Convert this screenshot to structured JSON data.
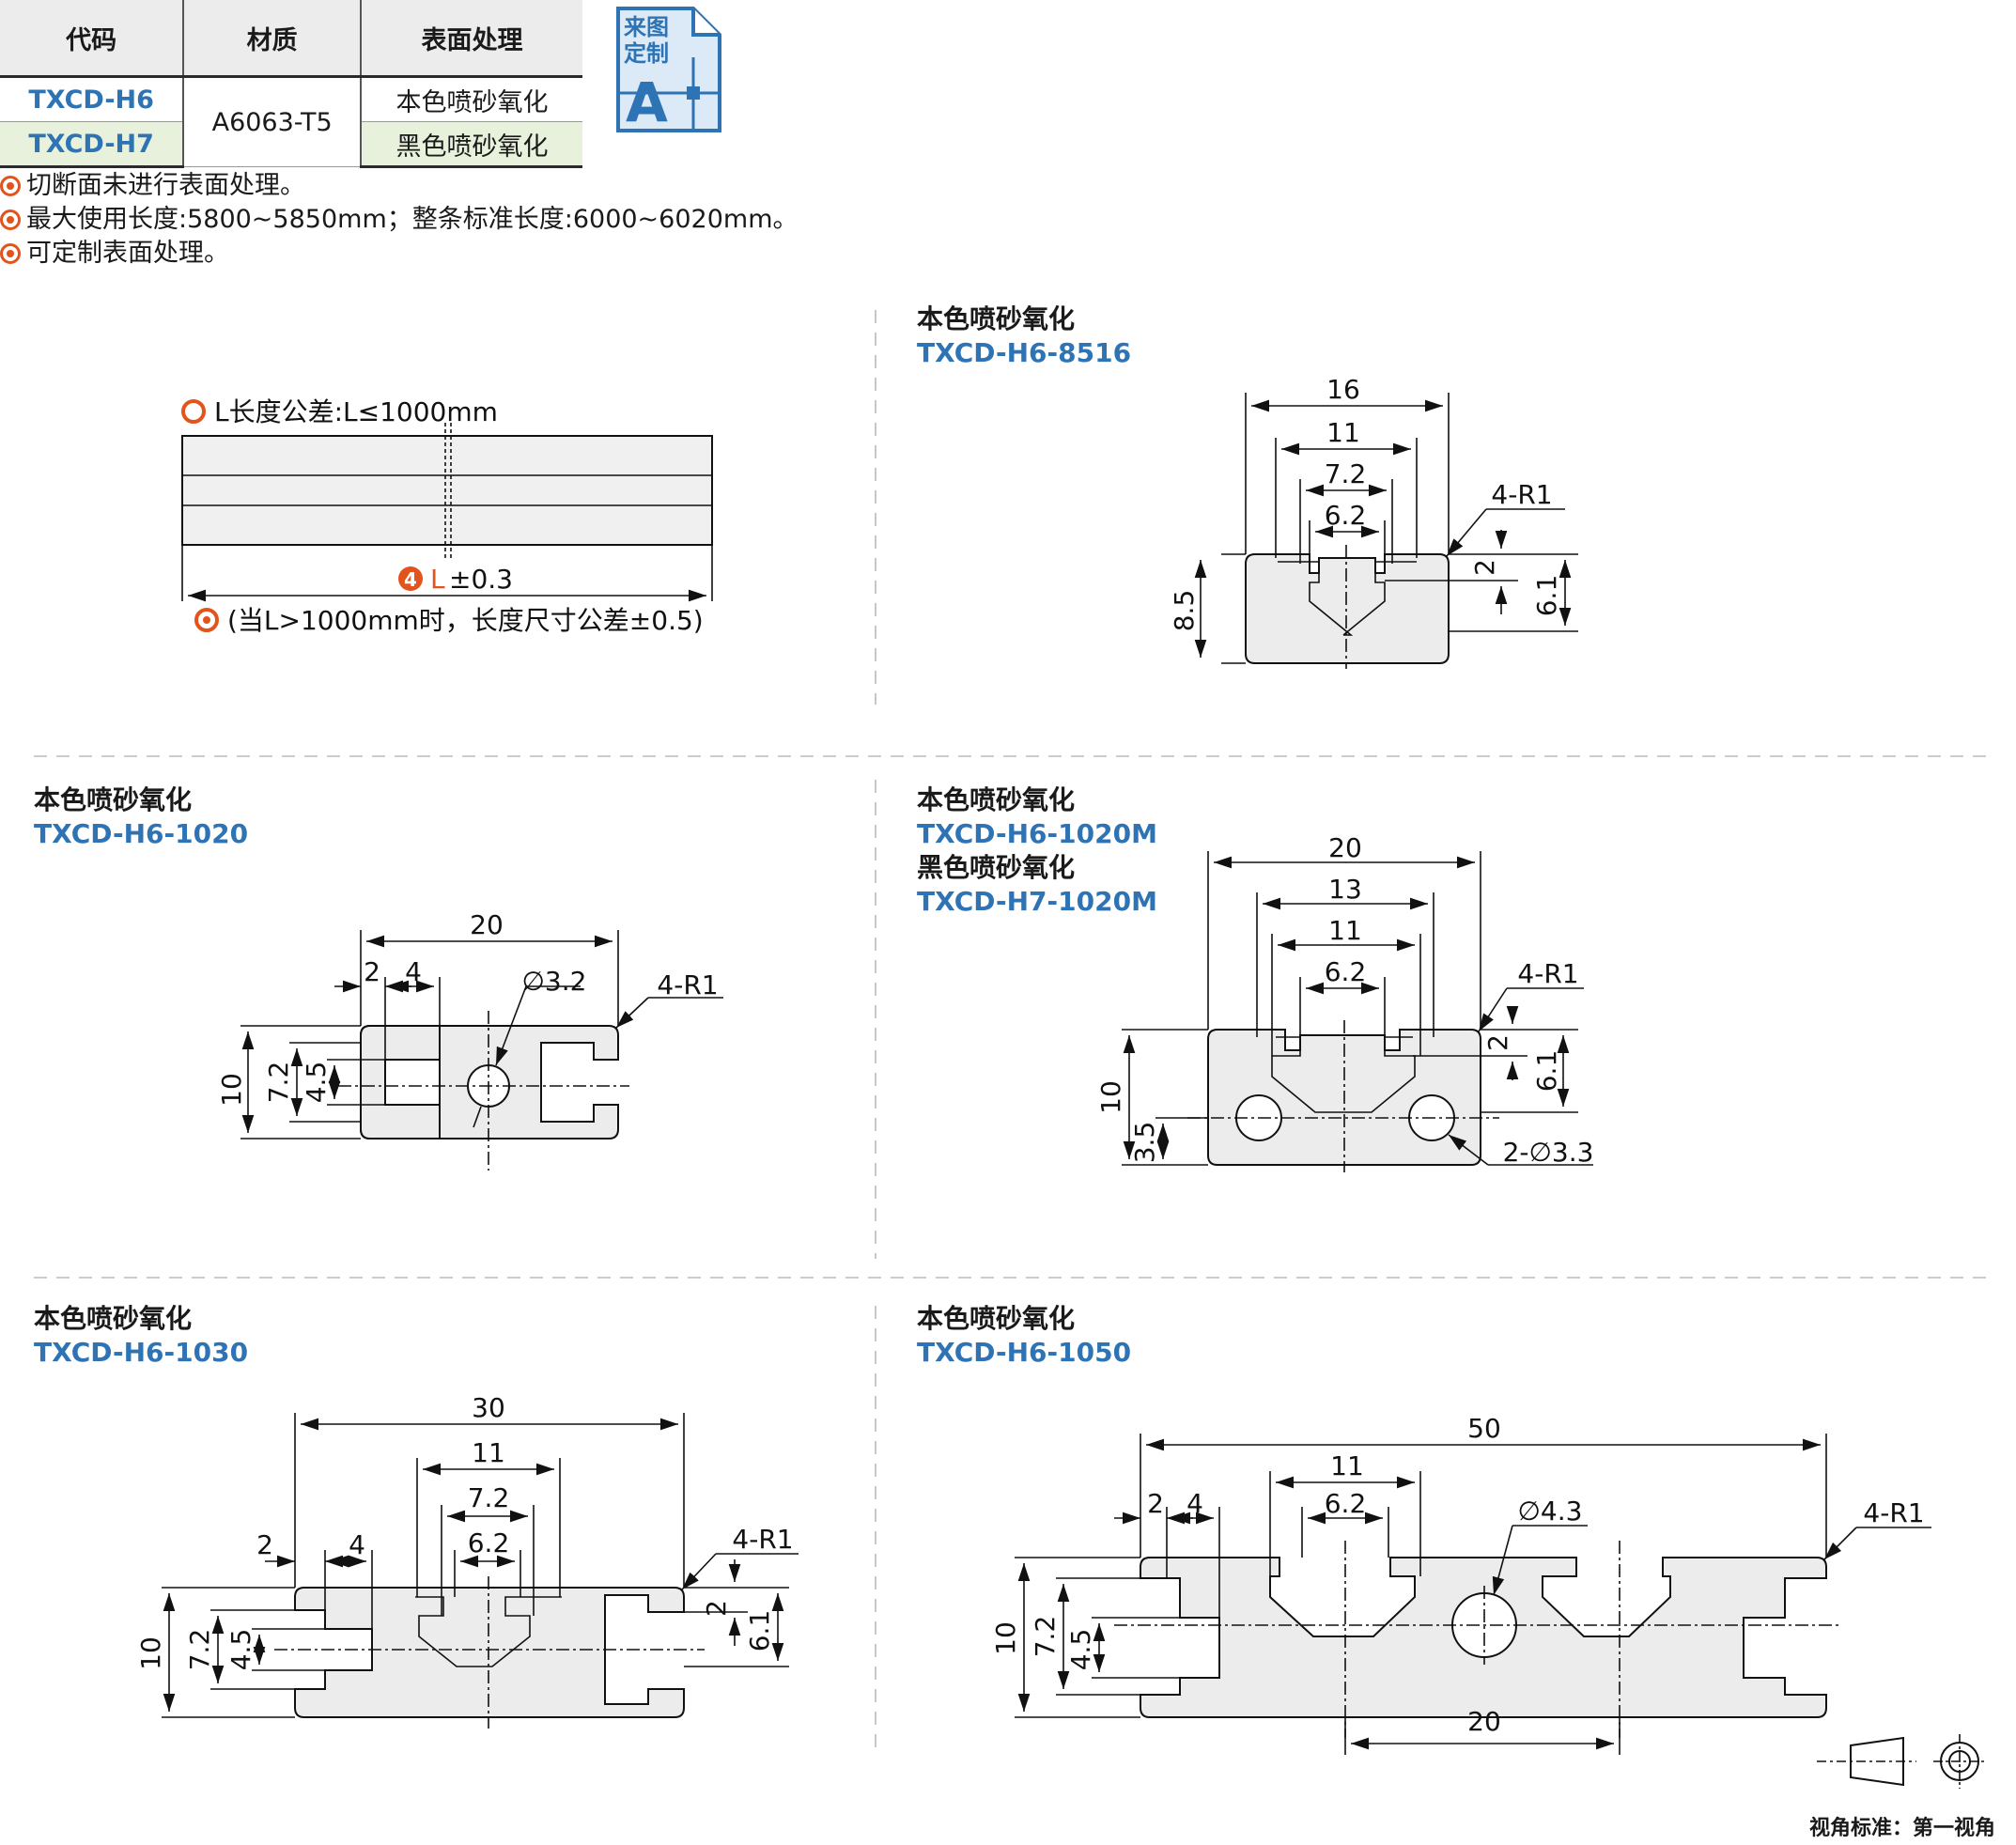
{
  "spec_table": {
    "headers": [
      "代码",
      "材质",
      "表面处理"
    ],
    "rows": [
      {
        "code": "TXCD-H6",
        "material": "A6063-T5",
        "surface": "本色喷砂氧化"
      },
      {
        "code": "TXCD-H7",
        "material": "A6063-T5",
        "surface": "黑色喷砂氧化"
      }
    ]
  },
  "custom_badge": {
    "line1": "来图",
    "line2": "定制",
    "letter": "A"
  },
  "notes": [
    "切断面未进行表面处理。",
    "最大使用长度:5800~5850mm；整条标准长度:6000~6020mm。",
    "可定制表面处理。"
  ],
  "length_diagram": {
    "tolerance_title": "L长度公差:L≤1000mm",
    "badge_number": "4",
    "dim_letter": "L",
    "dim_tolerance": "±0.3",
    "footnote": "(当L>1000mm时，长度尺寸公差±0.5)"
  },
  "sections": {
    "s8516": {
      "finish": "本色喷砂氧化",
      "code": "TXCD-H6-8516",
      "dims": {
        "w_total": "16",
        "w_11": "11",
        "w_72": "7.2",
        "w_62": "6.2",
        "radius": "4-R1",
        "h_2": "2",
        "h_61": "6.1",
        "h_total": "8.5"
      }
    },
    "s1020": {
      "finish": "本色喷砂氧化",
      "code": "TXCD-H6-1020",
      "dims": {
        "w_total": "20",
        "w_2": "2",
        "w_4": "4",
        "hole": "∅3.2",
        "radius": "4-R1",
        "h_total": "10",
        "h_72": "7.2",
        "h_45": "4.5"
      }
    },
    "s1020m": {
      "finish": "本色喷砂氧化",
      "code": "TXCD-H6-1020M",
      "finish2": "黑色喷砂氧化",
      "code2": "TXCD-H7-1020M",
      "dims": {
        "w_total": "20",
        "w_13": "13",
        "w_11": "11",
        "w_62": "6.2",
        "radius": "4-R1",
        "h_2": "2",
        "h_61": "6.1",
        "h_total": "10",
        "h_35": "3.5",
        "holes": "2-∅3.3"
      }
    },
    "s1030": {
      "finish": "本色喷砂氧化",
      "code": "TXCD-H6-1030",
      "dims": {
        "w_total": "30",
        "w_11": "11",
        "w_72": "7.2",
        "w_62": "6.2",
        "w_2": "2",
        "w_4": "4",
        "radius": "4-R1",
        "h_2": "2",
        "h_61": "6.1",
        "h_total": "10",
        "h_72": "7.2",
        "h_45": "4.5"
      }
    },
    "s1050": {
      "finish": "本色喷砂氧化",
      "code": "TXCD-H6-1050",
      "dims": {
        "w_total": "50",
        "w_11": "11",
        "w_62": "6.2",
        "w_2": "2",
        "w_4": "4",
        "hole": "∅4.3",
        "radius": "4-R1",
        "h_total": "10",
        "h_72": "7.2",
        "h_45": "4.5",
        "w_20": "20"
      }
    }
  },
  "view_standard": "视角标准：第一视角",
  "colors": {
    "brand_blue": "#2e74b5",
    "accent_orange": "#e2541b",
    "profile_fill": "#ececec"
  }
}
